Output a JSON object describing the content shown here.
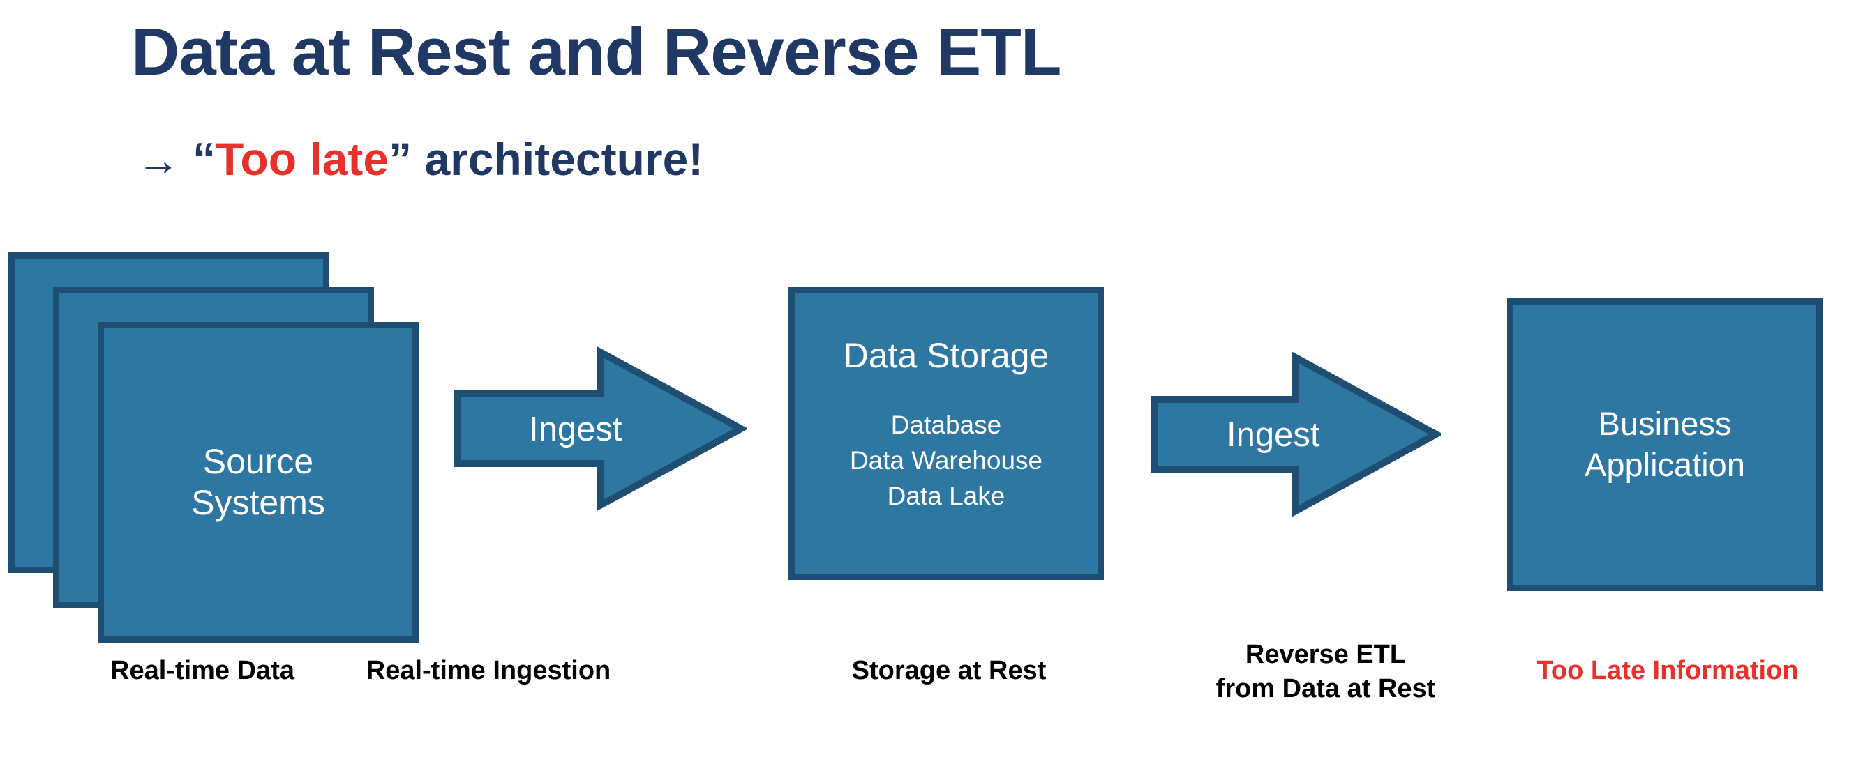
{
  "slide": {
    "title": "Data at Rest and Reverse ETL",
    "subtitle": {
      "arrow_glyph": "→",
      "open_quote": "“",
      "highlight": "Too late",
      "close_quote": "”",
      "rest": " architecture!"
    }
  },
  "colors": {
    "title_navy": "#1F3864",
    "accent_red": "#E8312A",
    "node_fill_blue": "#2E77A3",
    "node_border_blue": "#1E4E72",
    "node_text": "#FFFFFF",
    "caption_text": "#000000",
    "background": "#FFFFFF"
  },
  "diagram": {
    "nodes": [
      {
        "id": "source-systems",
        "label": "Source\nSystems",
        "shape": "stacked-squares",
        "stack_count": 3
      },
      {
        "id": "data-storage",
        "heading": "Data Storage",
        "items": [
          "Database",
          "Data Warehouse",
          "Data Lake"
        ],
        "items_text": "Database\nData Warehouse\nData Lake",
        "shape": "square"
      },
      {
        "id": "business-application",
        "label": "Business\nApplication",
        "shape": "square"
      }
    ],
    "arrows": [
      {
        "id": "arrow-ingest-1",
        "label": "Ingest",
        "direction": "right",
        "from": "source-systems",
        "to": "data-storage"
      },
      {
        "id": "arrow-ingest-2",
        "label": "Ingest",
        "direction": "right",
        "from": "data-storage",
        "to": "business-application"
      }
    ],
    "captions": [
      {
        "id": "caption-source-systems",
        "text": "Real-time Data",
        "color": "black"
      },
      {
        "id": "caption-ingest-1",
        "text": "Real-time Ingestion",
        "color": "black"
      },
      {
        "id": "caption-data-storage",
        "text": "Storage at Rest",
        "color": "black"
      },
      {
        "id": "caption-ingest-2",
        "text": "Reverse ETL\nfrom Data at Rest",
        "color": "black"
      },
      {
        "id": "caption-business-application",
        "text": "Too Late Information",
        "color": "red"
      }
    ]
  }
}
